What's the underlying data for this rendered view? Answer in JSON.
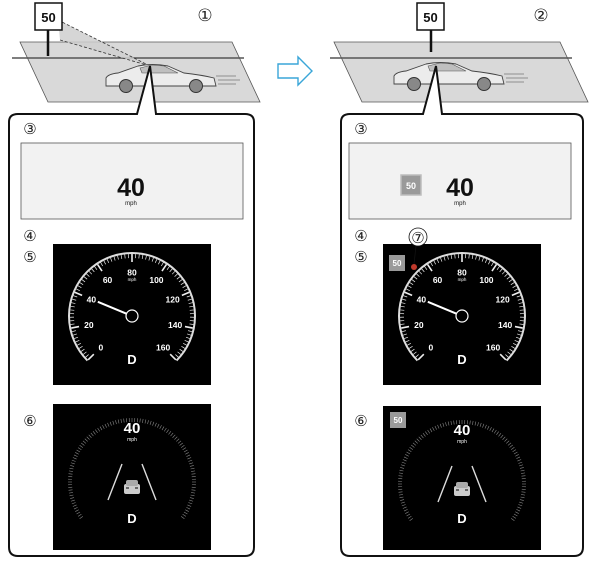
{
  "left": {
    "step_marker": "①",
    "sign_value": "50",
    "display_label": "③",
    "hud": {
      "speed": "40",
      "unit": "mph",
      "show_sign": false,
      "sign": ""
    },
    "cluster_label": "④",
    "speedometer": {
      "label": "⑤",
      "ticks": [
        "0",
        "20",
        "40",
        "60",
        "80",
        "100",
        "120",
        "140",
        "160"
      ],
      "tick_unit": "mph",
      "gear": "D",
      "show_sign": false,
      "sign": "",
      "marker_label": "",
      "needle_value": 40
    },
    "driving_display": {
      "label": "⑥",
      "speed": "40",
      "unit": "mph",
      "gear": "D",
      "show_sign": false,
      "sign": ""
    }
  },
  "arrow": "right-arrow-icon",
  "right": {
    "step_marker": "②",
    "sign_value": "50",
    "display_label": "③",
    "hud": {
      "speed": "40",
      "unit": "mph",
      "show_sign": true,
      "sign": "50"
    },
    "cluster_label": "④",
    "speedometer": {
      "label": "⑤",
      "ticks": [
        "0",
        "20",
        "40",
        "60",
        "80",
        "100",
        "120",
        "140",
        "160"
      ],
      "tick_unit": "mph",
      "gear": "D",
      "show_sign": true,
      "sign": "50",
      "marker_label": "⑦",
      "needle_value": 40
    },
    "driving_display": {
      "label": "⑥",
      "speed": "40",
      "unit": "mph",
      "gear": "D",
      "show_sign": true,
      "sign": "50"
    }
  },
  "colors": {
    "road": "#d9d9d9",
    "panel_bg": "#000000",
    "hud_bg": "#f2f2f2",
    "arrow": "#3aa6d8",
    "marker": "#c0392b",
    "sign_icon": "#9a9a9a"
  }
}
